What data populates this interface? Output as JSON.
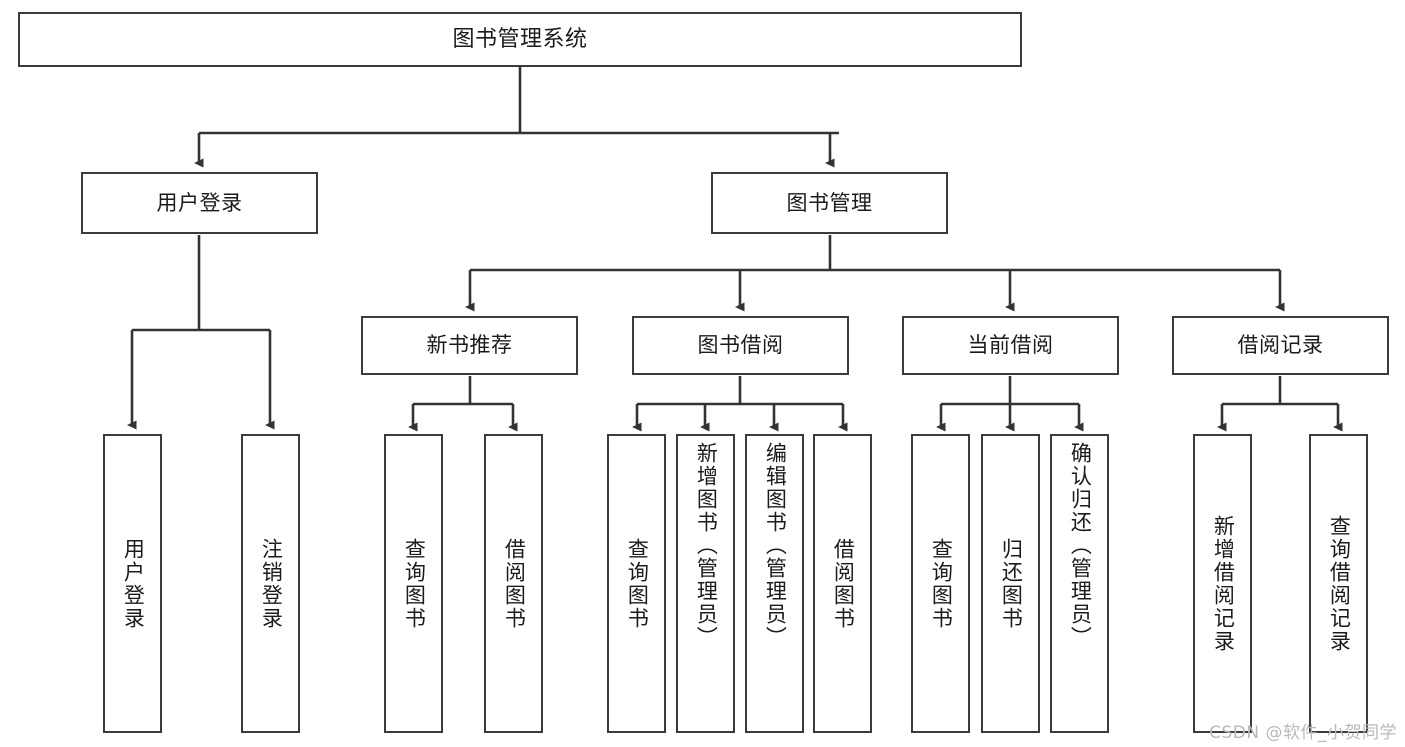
{
  "diagram": {
    "title": "图书管理系统",
    "type": "功能结构图",
    "watermark": "CSDN @软件_小贺同学",
    "colors": {
      "box_border": "#3b3b3b",
      "connector": "#333333",
      "background": "#ffffff",
      "text": "#1b1b1b",
      "watermark": "#b9b9b9"
    },
    "root": {
      "label": "图书管理系统"
    },
    "level2": [
      {
        "label": "用户登录"
      },
      {
        "label": "图书管理"
      }
    ],
    "level3": [
      {
        "label": "新书推荐"
      },
      {
        "label": "图书借阅"
      },
      {
        "label": "当前借阅"
      },
      {
        "label": "借阅记录"
      }
    ],
    "leaves": {
      "user_login": [
        {
          "label": "用户登录"
        },
        {
          "label": "注销登录"
        }
      ],
      "new_book": [
        {
          "label": "查询图书"
        },
        {
          "label": "借阅图书"
        }
      ],
      "book_borrow": [
        {
          "label": "查询图书"
        },
        {
          "label": "新增图书（管理员）"
        },
        {
          "label": "编辑图书（管理员）"
        },
        {
          "label": "借阅图书"
        }
      ],
      "current_borrow": [
        {
          "label": "查询图书"
        },
        {
          "label": "归还图书"
        },
        {
          "label": "确认归还（管理员）"
        }
      ],
      "borrow_record": [
        {
          "label": "新增借阅记录"
        },
        {
          "label": "查询借阅记录"
        }
      ]
    }
  }
}
